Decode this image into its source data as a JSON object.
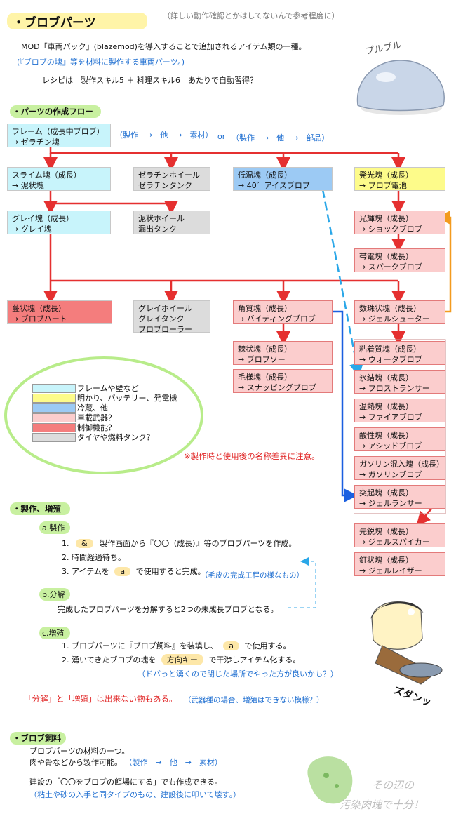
{
  "title": "・ブロブパーツ",
  "title_note": "（詳しい動作確認とかはしてないんで参考程度に）",
  "intro": {
    "line1": "MOD「車両パック」(blazemod)を導入することで追加されるアイテム類の一種。",
    "line2": "(『ブロブの塊』等を材料に製作する車両パーツ。)",
    "line3": "レシピは　製作スキル5 ＋ 料理スキル6　あたりで自動習得？"
  },
  "flow": {
    "heading": "・パーツの作成フロー",
    "start_box": {
      "l1": "フレーム（成長中ブロブ）",
      "l2": "→ ゼラチン塊"
    },
    "recipe1": "（製作　→　他　→　素材）",
    "or": "or",
    "recipe2": "（製作　→　他　→　部品）",
    "boxes": {
      "slime": {
        "l1": "スライム塊（成長）",
        "l2": "→ 泥状塊"
      },
      "gelatin_items": {
        "l1": "ゼラチンホイール",
        "l2": "ゼラチンタンク"
      },
      "cold": {
        "l1": "低温塊（成長）",
        "l2": "→ 40゛アイスブロブ"
      },
      "light": {
        "l1": "発光塊（成長）",
        "l2": "→ ブロブ電池"
      },
      "gray_blob": {
        "l1": "グレイ塊（成長）",
        "l2": "→ グレイ塊"
      },
      "mud_items": {
        "l1": "泥状ホイール",
        "l2": "漏出タンク"
      },
      "shine": {
        "l1": "光輝塊（成長）",
        "l2": "→ ショックブロブ"
      },
      "charged": {
        "l1": "帯電塊（成長）",
        "l2": "→ スパークブロブ"
      },
      "vine": {
        "l1": "蔓状塊（成長）",
        "l2": "→ ブロブハート"
      },
      "gray_items": {
        "l1": "グレイホイール",
        "l2": "グレイタンク",
        "l3": "ブロブローラー"
      },
      "horn": {
        "l1": "角質塊（成長）",
        "l2": "→ バイティングブロブ"
      },
      "beads": {
        "l1": "数珠状塊（成長）",
        "l2": "→ ジェルシューター"
      },
      "thorn": {
        "l1": "棘状塊（成長）",
        "l2": "→ ブロブソー"
      },
      "hair": {
        "l1": "毛様塊（成長）",
        "l2": "→ スナッピングブロブ"
      },
      "sticky": {
        "l1": "粘着質塊（成長）",
        "l2": "→ ウォータブロブ"
      },
      "frozen": {
        "l1": "氷結塊（成長）",
        "l2": "→ フロストランサー"
      },
      "hot": {
        "l1": "温熱塊（成長）",
        "l2": "→ ファイアブロブ"
      },
      "acid": {
        "l1": "酸性塊（成長）",
        "l2": "→ アシッドブロブ"
      },
      "gasoline": {
        "l1": "ガソリン混入塊（成長）",
        "l2": "→ ガソリンブロブ"
      },
      "bump": {
        "l1": "突起塊（成長）",
        "l2": "→ ジェルランサー"
      },
      "sharp": {
        "l1": "先鋭塊（成長）",
        "l2": "→ ジェルスパイカー"
      },
      "nail": {
        "l1": "釘状塊（成長）",
        "l2": "→ ジェルレイザー"
      }
    },
    "legend": [
      {
        "color": "#c8f4fb",
        "label": "フレームや壁など"
      },
      {
        "color": "#fdfb8a",
        "label": "明かり、バッテリー、発電機"
      },
      {
        "color": "#9ccaf4",
        "label": "冷蔵、他"
      },
      {
        "color": "#fbcdcd",
        "label": "車載武器？"
      },
      {
        "color": "#f47d7d",
        "label": "制御機能？"
      },
      {
        "color": "#dcdcdc",
        "label": "タイヤや燃料タンク？"
      }
    ],
    "warning": "※製作時と使用後の名称差異に注意。"
  },
  "craft": {
    "heading": "・製作、増殖",
    "a_label": "a.製作",
    "a1_num": "1.",
    "a1_key": "&",
    "a1_text": "製作画面から『〇〇（成長）』等のブロブパーツを作成。",
    "a2": "2. 時間経過待ち。",
    "a3_pre": "3. アイテムを",
    "a3_key": "a",
    "a3_post": "で使用すると完成。",
    "a3_note": "（毛皮の完成工程の様なもの）",
    "b_label": "b.分解",
    "b_text": "完成したブロブパーツを分解すると2つの未成長ブロブとなる。",
    "c_label": "c.増殖",
    "c1_pre": "1. ブロブパーツに『ブロブ飼料』を装填し、",
    "c1_key": "a",
    "c1_post": "で使用する。",
    "c2_pre": "2. 湧いてきたブロブの塊を",
    "c2_key": "方向キー",
    "c2_post": "で干渉しアイテム化する。",
    "c2_note": "（ドバっと湧くので閉じた場所でやった方が良いかも？）",
    "warn": "「分解」と「増殖」は出来ない物もある。",
    "warn_note": "（武器種の場合、増殖はできない模様？）"
  },
  "feed": {
    "heading": "・ブロブ飼料",
    "l1": "ブロブパーツの材料の一つ。",
    "l2_pre": "肉や骨などから製作可能。",
    "l2_note": "（製作　→　他　→　素材）",
    "l3": "建設の「〇〇をブロブの餌場にする」でも作成できる。",
    "l4": "（粘土や砂の入手と同タイプのもの、建設後に叩いて壊す。）"
  },
  "doodles": {
    "blob_sfx": "プルプル",
    "hit_sfx": "ズダンッ",
    "meat_note1": "その辺の",
    "meat_note2": "汚染肉塊で十分！"
  }
}
